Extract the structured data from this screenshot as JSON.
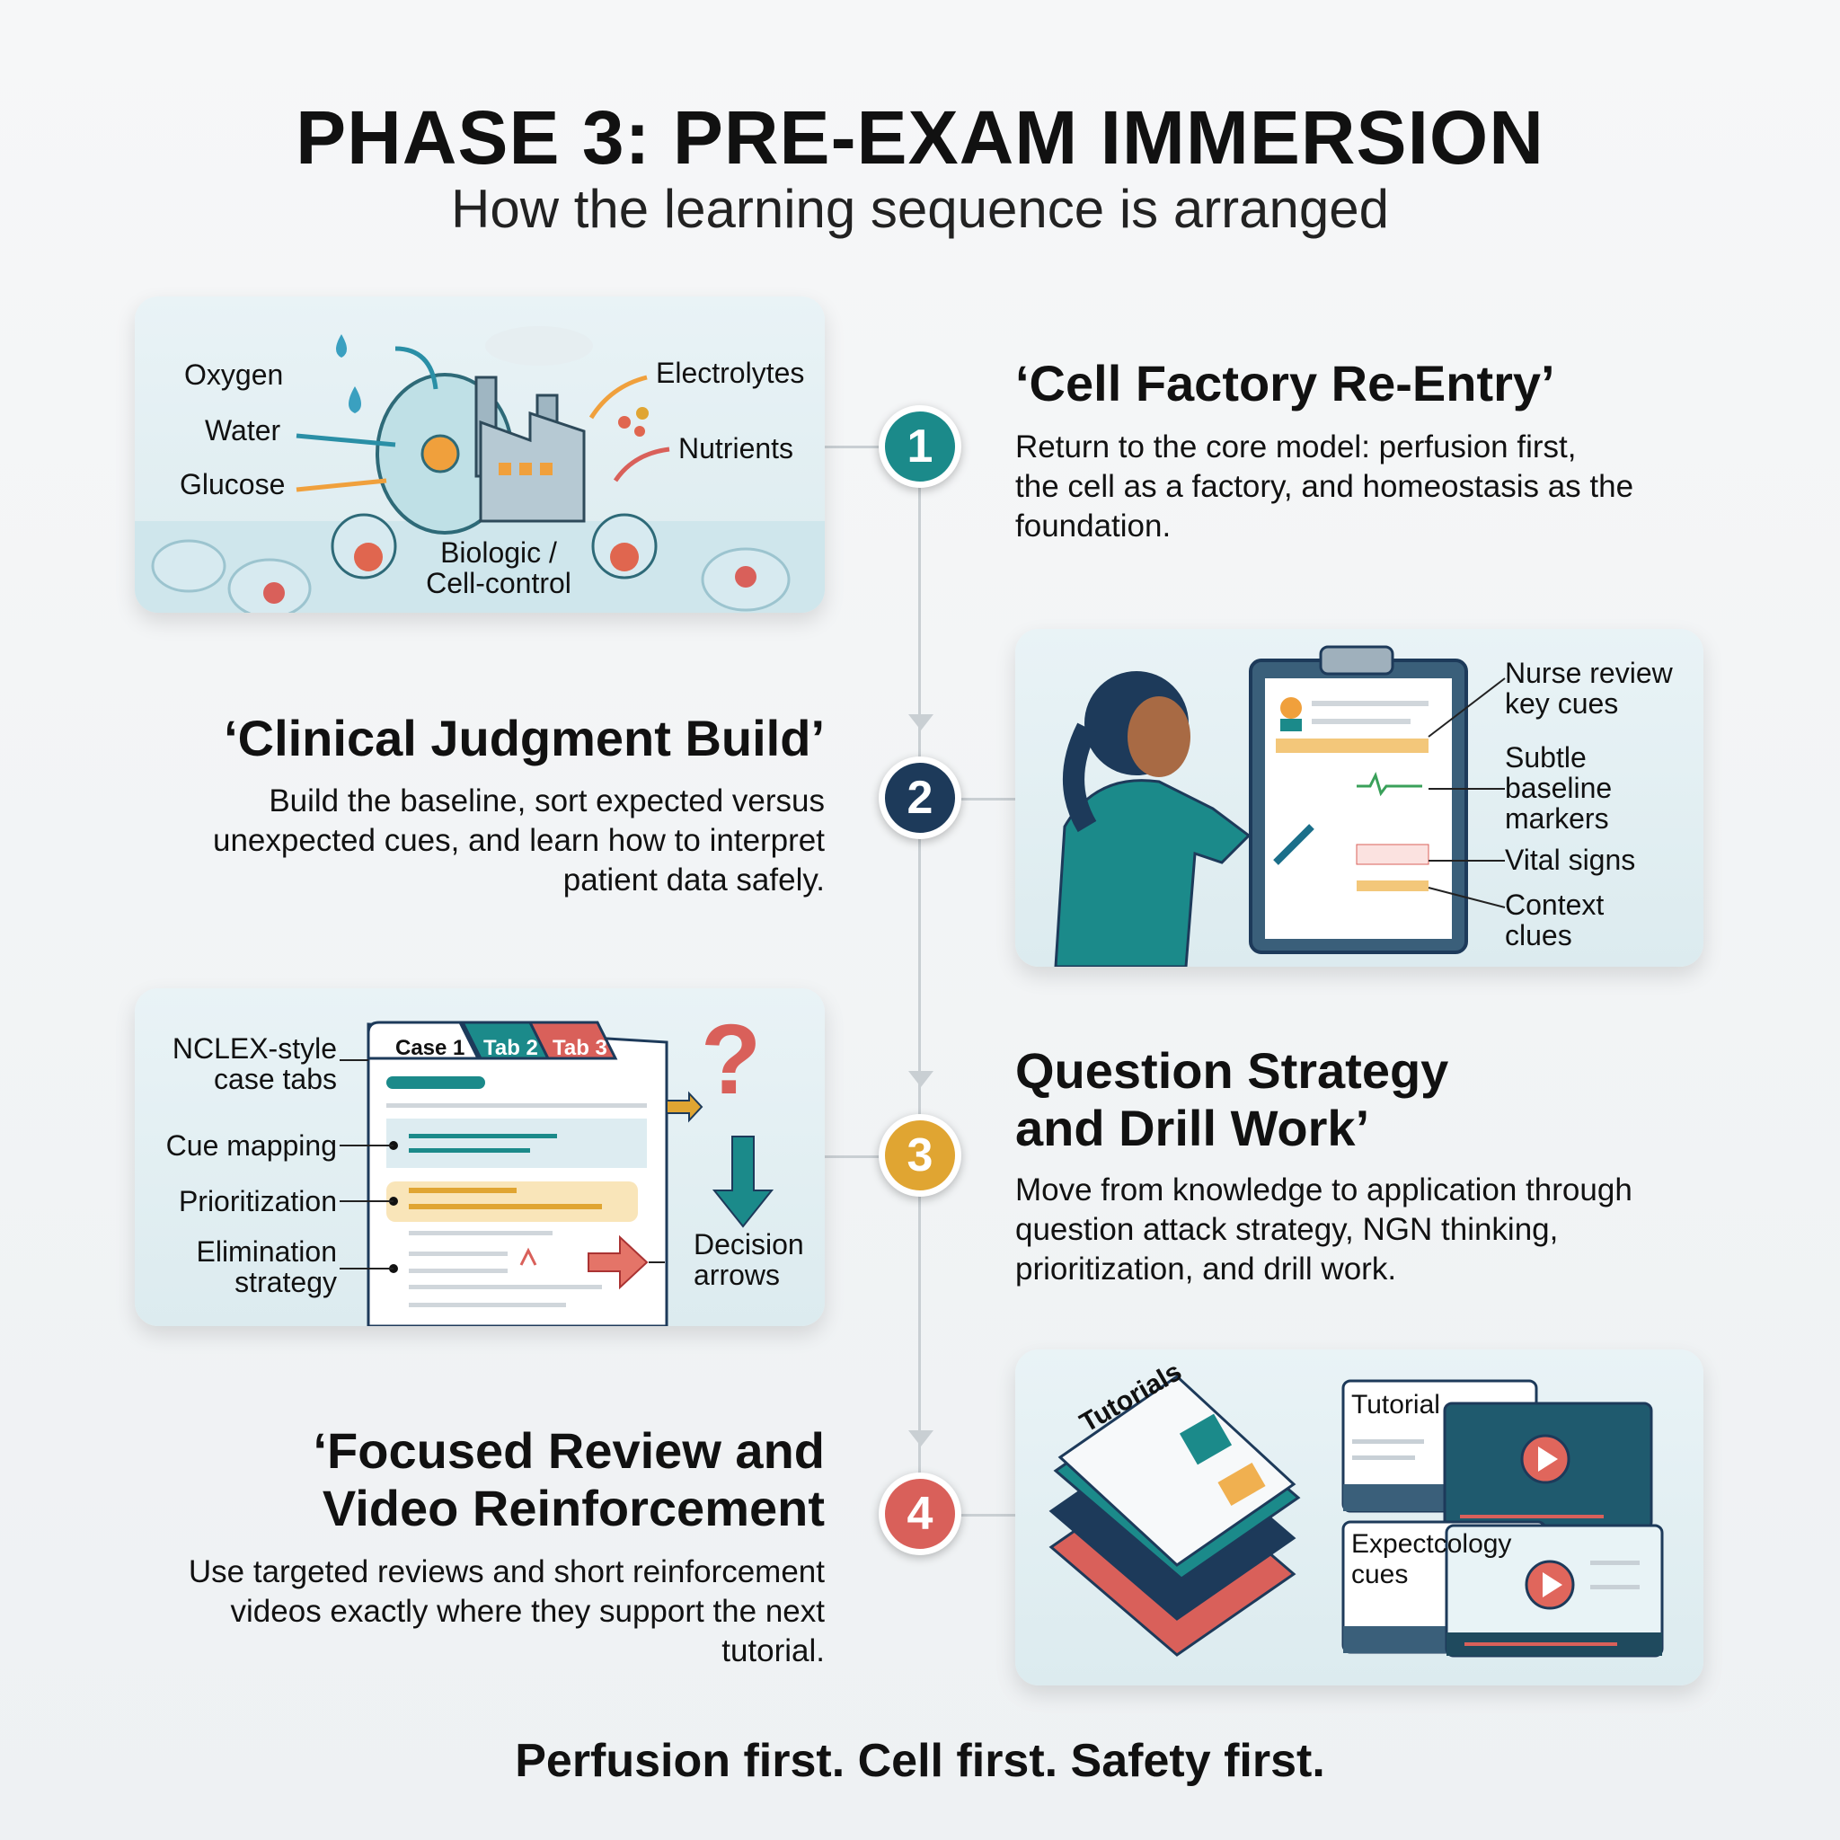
{
  "title": "PHASE 3: PRE-EXAM IMMERSION",
  "subtitle": "How the learning sequence is arranged",
  "steps": [
    {
      "number": "1",
      "color": "#1b8a8a",
      "heading": "‘Cell Factory Re-Entry’",
      "body": [
        "Return to the core model: perfusion first,",
        "the cell as a factory, and homeostasis as the",
        "foundation."
      ],
      "labels": {
        "oxygen": "Oxygen",
        "water": "Water",
        "glucose": "Glucose",
        "electrolytes": "Electrolytes",
        "nutrients": "Nutrients",
        "center": [
          "Biologic /",
          "Cell-control"
        ]
      }
    },
    {
      "number": "2",
      "color": "#1d3a5a",
      "heading": "‘Clinical Judgment Build’",
      "body": [
        "Build the baseline, sort expected versus",
        "unexpected cues, and learn how to interpret",
        "patient data safely."
      ],
      "labels": [
        [
          "Nurse review",
          "key cues"
        ],
        [
          "Subtle",
          "baseline",
          "markers"
        ],
        [
          "Vital signs"
        ],
        [
          "Context",
          "clues"
        ]
      ]
    },
    {
      "number": "3",
      "color": "#e0a532",
      "heading": [
        "Question Strategy",
        "and Drill Work’"
      ],
      "body": [
        "Move from knowledge to application through",
        "question attack strategy, NGN thinking,",
        "prioritization, and drill work."
      ],
      "labels": {
        "tabs_label": [
          "NCLEX-style",
          "case tabs"
        ],
        "cue": "Cue mapping",
        "prio": "Prioritization",
        "elim": [
          "Elimination",
          "strategy"
        ],
        "decision": [
          "Decision",
          "arrows"
        ],
        "tabs": [
          "Case 1",
          "Tab 2",
          "Tab 3"
        ],
        "question_mark": "?"
      }
    },
    {
      "number": "4",
      "color": "#d9605a",
      "heading": [
        "‘Focused Review and",
        "Video Reinforcement"
      ],
      "body": [
        "Use targeted reviews and short reinforcement",
        "videos exactly where they support the next",
        "tutorial."
      ],
      "labels": {
        "book": "Tutorials",
        "video1": "Tutorial",
        "video2": [
          "Expectcology",
          "cues"
        ]
      }
    }
  ],
  "footer": "Perfusion first. Cell first. Safety first.",
  "colors": {
    "teal": "#1b8a8a",
    "navy": "#1d3a5a",
    "gold": "#e0a532",
    "coral": "#d9605a"
  }
}
